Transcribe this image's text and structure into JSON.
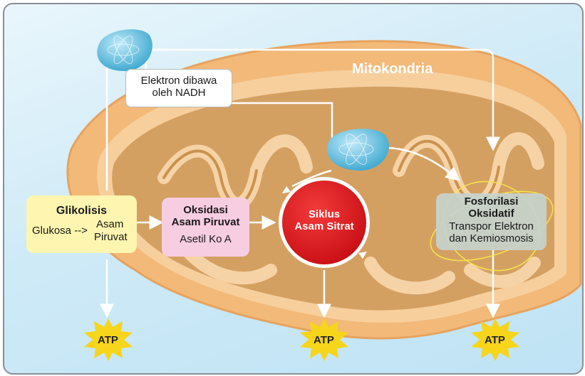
{
  "mitochondria_label": "Mitokondria",
  "nadh_note": {
    "line1": "Elektron dibawa",
    "line2": "oleh NADH"
  },
  "glycolysis": {
    "title": "Glikolisis",
    "from": "Glukosa -->",
    "to_line1": "Asam",
    "to_line2": "Piruvat"
  },
  "pyruvate_oxidation": {
    "title_line1": "Oksidasi",
    "title_line2": "Asam Piruvat",
    "product": "Asetil Ko A"
  },
  "citric_acid_cycle": {
    "line1": "Siklus",
    "line2": "Asam Sitrat"
  },
  "oxidative_phosphorylation": {
    "title_line1": "Fosforilasi",
    "title_line2": "Oksidatif",
    "sub_line1": "Transpor Elektron",
    "sub_line2": "dan Kemiosmosis"
  },
  "atp_labels": [
    "ATP",
    "ATP",
    "ATP"
  ],
  "colors": {
    "outer_membrane": "#f3b978",
    "inner_matrix": "#d4a062",
    "cristae": "#f6d3a6",
    "glycolysis_box": "#fdf5b0",
    "oxidation_box": "#f7cde2",
    "cycle_red": "#e0141c",
    "ox_phos_box": "#c6d3cd",
    "atp_star": "#f7d51a",
    "nadh_carrier": "#4ab3d8",
    "arrow": "#ffffff"
  }
}
